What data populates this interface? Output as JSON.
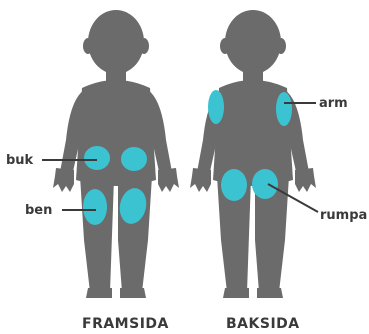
{
  "figure": {
    "front_caption": "FRAMSIDA",
    "back_caption": "BAKSIDA",
    "labels": {
      "belly": "buk",
      "leg": "ben",
      "arm": "arm",
      "buttock": "rumpa"
    },
    "colors": {
      "body": "#6b6b6b",
      "injection_site": "#3cc3d2",
      "text": "#3a3a3a"
    }
  }
}
